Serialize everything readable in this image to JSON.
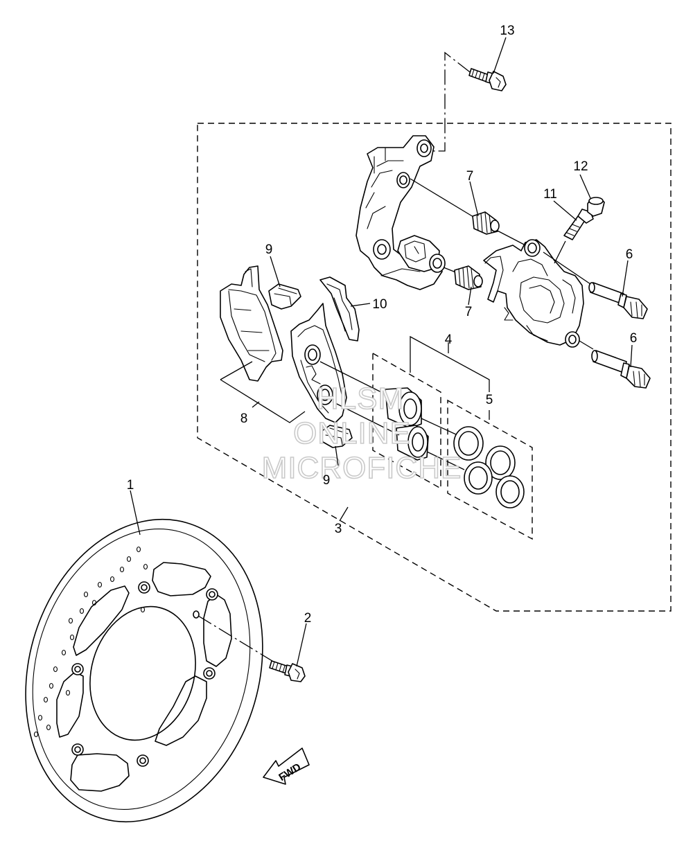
{
  "diagram": {
    "callouts": {
      "c1": "1",
      "c2": "2",
      "c3": "3",
      "c4": "4",
      "c5": "5",
      "c6a": "6",
      "c6b": "6",
      "c7a": "7",
      "c7b": "7",
      "c8": "8",
      "c9a": "9",
      "c9b": "9",
      "c10": "10",
      "c11": "11",
      "c12": "12",
      "c13": "13"
    },
    "watermark": {
      "line1": "HLSM",
      "line2": "ONLINE",
      "line3": "MICROFICHE"
    },
    "fwd_label": "FWD",
    "colors": {
      "line": "#000000",
      "background": "#ffffff",
      "watermark_outline": "#c9c9c9"
    }
  }
}
